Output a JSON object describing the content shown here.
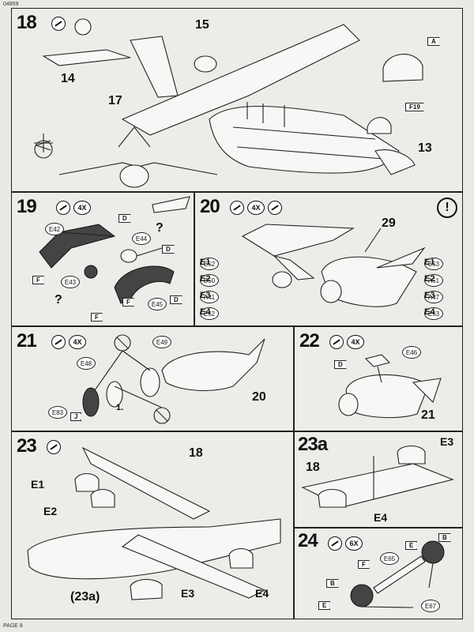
{
  "header": {
    "kit_number": "04859",
    "page_label": "PAGE 8"
  },
  "steps": {
    "s18": {
      "number": "18",
      "labels": {
        "p14": "14",
        "p15": "15",
        "p17": "17",
        "p13": "13"
      },
      "parts": {
        "a": "A",
        "f19": "F19"
      }
    },
    "s19": {
      "number": "19",
      "count": "4X",
      "parts": {
        "e42": "E42",
        "e44": "E44",
        "e43": "E43",
        "e45": "E45"
      },
      "flags": {
        "d1": "D",
        "d2": "D",
        "d3": "D",
        "f1": "F",
        "f2": "F",
        "f3": "F"
      },
      "question": "?"
    },
    "s20": {
      "number": "20",
      "count": "4X",
      "label29": "29",
      "warning": "!",
      "left": [
        {
          "k": "E1",
          "p": "E52"
        },
        {
          "k": "E2",
          "p": "B50"
        },
        {
          "k": "E3",
          "p": "A41"
        },
        {
          "k": "E4",
          "p": "E52"
        }
      ],
      "right": [
        {
          "k": "E1",
          "p": "E53"
        },
        {
          "k": "E2",
          "p": "A51"
        },
        {
          "k": "E3",
          "p": "A47"
        },
        {
          "k": "E4",
          "p": "E53"
        }
      ]
    },
    "s21": {
      "number": "21",
      "count": "4X",
      "label20": "20",
      "one": "1.",
      "parts": {
        "e49": "E49",
        "e48": "E48",
        "e83": "E83"
      },
      "flag_j": "J"
    },
    "s22": {
      "number": "22",
      "count": "4X",
      "label21": "21",
      "part": "E46",
      "flag": "D"
    },
    "s23": {
      "number": "23",
      "label18": "18",
      "sub": "(23a)",
      "engines": {
        "e1": "E1",
        "e2": "E2",
        "e3": "E3",
        "e4": "E4"
      }
    },
    "s23a": {
      "number": "23a",
      "label18": "18",
      "e3": "E3",
      "e4": "E4"
    },
    "s24": {
      "number": "24",
      "count": "6X",
      "parts": {
        "e65": "E65",
        "e67": "E67"
      },
      "flags": {
        "b1": "B",
        "b2": "B",
        "e1": "E",
        "e2": "E",
        "f": "F"
      }
    }
  }
}
